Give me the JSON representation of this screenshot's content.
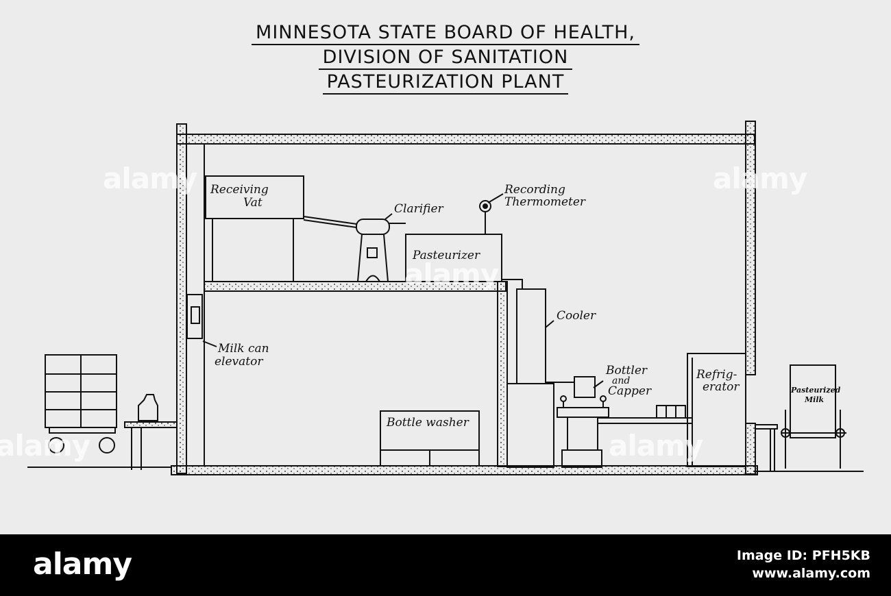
{
  "title": {
    "line1": "MINNESOTA STATE BOARD OF HEALTH,",
    "line2": "DIVISION OF SANITATION",
    "line3": "PASTEURIZATION PLANT"
  },
  "labels": {
    "receiving_vat_1": "Receiving",
    "receiving_vat_2": "Vat",
    "clarifier": "Clarifier",
    "recording_1": "Recording",
    "recording_2": "Thermometer",
    "pasteurizer": "Pasteurizer",
    "cooler": "Cooler",
    "milk_can_1": "Milk can",
    "milk_can_2": "elevator",
    "bottle_washer": "Bottle washer",
    "bottler_1": "Bottler",
    "bottler_2": "and",
    "bottler_3": "Capper",
    "refrig_1": "Refrig-",
    "refrig_2": "erator",
    "pasteurized_1": "Pasteurized",
    "pasteurized_2": "Milk"
  },
  "watermark": "alamy",
  "footer": {
    "logo": "alamy",
    "image_id": "Image ID: PFH5KB",
    "site": "www.alamy.com"
  },
  "colors": {
    "ink": "#111111",
    "paper": "#ececec",
    "footer_bg": "#000000"
  }
}
